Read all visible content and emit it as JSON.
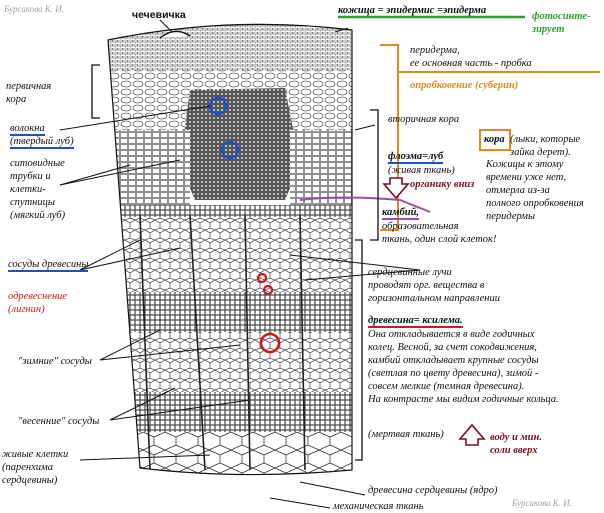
{
  "watermark": "Бурсакова К. И.",
  "watermark_bottom": "Бурсакова К. И.",
  "labels": {
    "lenticel": "чечевичка",
    "skin": "кожица = эпидермис =эпидерма",
    "photosynth": "фотосинте-\nзирует",
    "periderm": "перидерма,\nее основная часть - пробка",
    "suberin": "опробковение (суберин)",
    "primary_cortex": "первичная\nкора",
    "fibers": "волокна\n(твердый луб)",
    "secondary_cortex": "вторичная кора",
    "bark_word": "кора",
    "bark_note": "(лыки, которые\nзайка дерет).",
    "skin_gone": "Кожицы к этому\nвремени уже нет,\nотмерла из-за\nполного опробковения\nперидермы",
    "phloem": "флоэма=луб",
    "living_tissue": "(живая ткань)",
    "organics_down": "органику вниз",
    "sieve_tubes": "ситовидные\nтрубки и\nклетки-\nспутницы\n(мягкий луб)",
    "cambium": "камбий,",
    "cambium_desc": "образовательная\nткань, один слой клеток!",
    "vessels": "сосуды древесины",
    "lignification": "одревеснение\n(лигнин)",
    "rays": "сердцевинные лучи\nпроводят орг. вещества в\nгоризонтальном направлении",
    "wood": "древесина= ксилема.",
    "wood_desc": "Она откладывается в виде годичных\nколец. Весной, за счет сокодвижения,\nкамбий откладывает крупные сосуды\n(светлая по цвету древесина), зимой -\nсовсем мелкие (темная древесина).\nНа контрасте мы видим годичные кольца.",
    "winter_vessels": "\"зимние\" сосуды",
    "spring_vessels": "\"весенние\" сосуды",
    "dead_tissue": "(мертвая ткань)",
    "water_up": "воду и мин.\nсоли вверх",
    "living_cells": "живые клетки\n(паренхима\nсердцевины)",
    "heartwood": "древесина сердцевины (ядро)",
    "mech_tissue": "механическая ткань"
  },
  "colors": {
    "green": "#2fa02f",
    "orange": "#e08a1c",
    "blue": "#1a4fd0",
    "red": "#d01818",
    "purple": "#9a4fb0",
    "maroon": "#7a1020"
  }
}
